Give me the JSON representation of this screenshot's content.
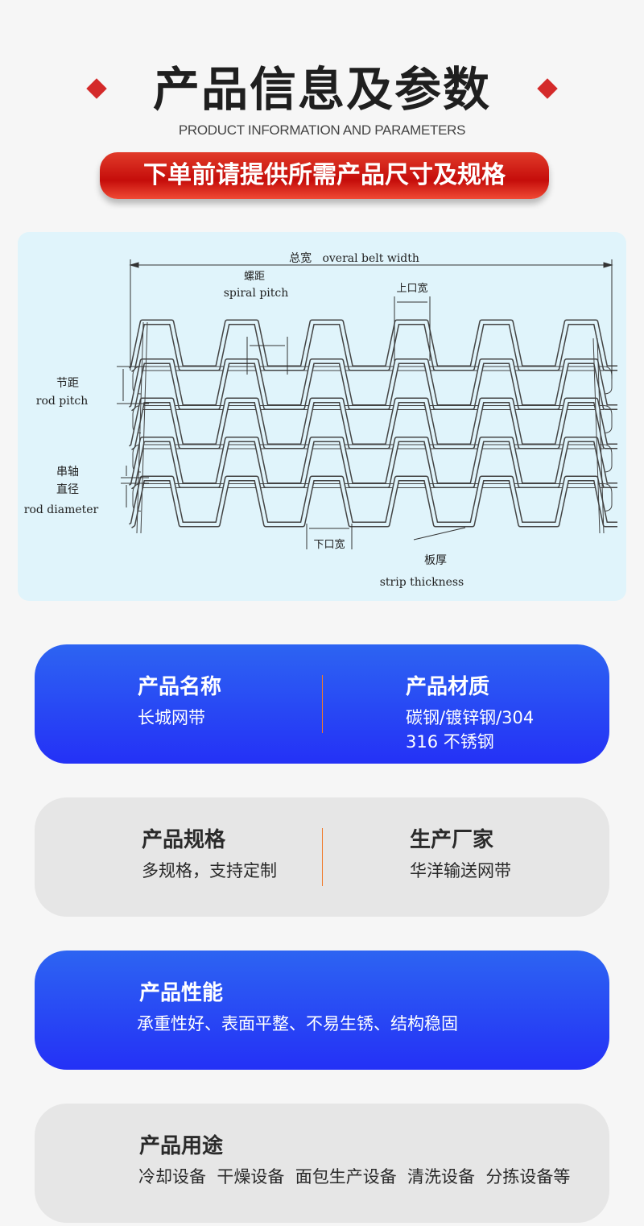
{
  "header": {
    "title": "产品信息及参数",
    "subtitle": "PRODUCT INFORMATION AND PARAMETERS",
    "notice": "下单前请提供所需产品尺寸及规格"
  },
  "diagram": {
    "overall_width": "总宽   overal belt width",
    "spiral_pitch_cn": "螺距",
    "spiral_pitch_en": "spiral pitch",
    "top_opening": "上口宽",
    "rod_pitch_cn": "节距",
    "rod_pitch_en": "rod pitch",
    "rod_diameter_cn1": "串轴",
    "rod_diameter_cn2": "直径",
    "rod_diameter_en": "rod diameter",
    "bottom_opening": "下口宽",
    "strip_thickness_cn": "板厚",
    "strip_thickness_en": "strip thickness"
  },
  "cards": [
    {
      "left_label": "产品名称",
      "left_value": "长城网带",
      "right_label": "产品材质",
      "right_value_1": "碳钢/镀锌钢/304",
      "right_value_2": "316 不锈钢"
    },
    {
      "left_label": "产品规格",
      "left_value": "多规格，支持定制",
      "right_label": "生产厂家",
      "right_value": "华洋输送网带"
    },
    {
      "label": "产品性能",
      "value": "承重性好、表面平整、不易生锈、结构稳固"
    },
    {
      "label": "产品用途",
      "value": "冷却设备  干燥设备  面包生产设备  清洗设备  分拣设备等"
    }
  ],
  "colors": {
    "accent_red": "#d42a2a",
    "blue": "#2a4ff4",
    "divider": "#f07a2a"
  }
}
